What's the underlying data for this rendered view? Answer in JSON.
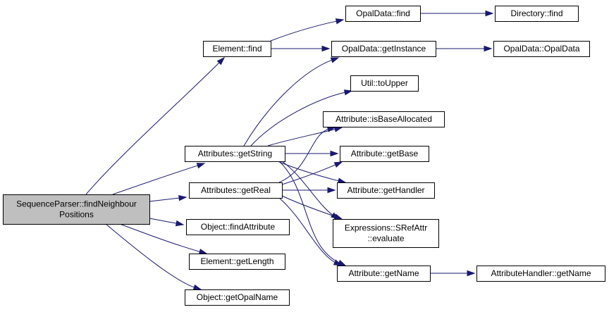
{
  "diagram": {
    "colors": {
      "edge": "#191970",
      "node_fill": "#ffffff",
      "root_fill": "#bfbfbf",
      "node_border": "#000000"
    },
    "nodes": [
      {
        "id": "root",
        "name": "node-sequenceparser-findneighbourpositions",
        "lines": [
          "SequenceParser::findNeighbour",
          "Positions"
        ],
        "root": true
      },
      {
        "id": "element_find",
        "name": "node-element-find",
        "lines": [
          "Element::find"
        ]
      },
      {
        "id": "attrs_getstring",
        "name": "node-attributes-getstring",
        "lines": [
          "Attributes::getString"
        ]
      },
      {
        "id": "attrs_getreal",
        "name": "node-attributes-getreal",
        "lines": [
          "Attributes::getReal"
        ]
      },
      {
        "id": "obj_findattr",
        "name": "node-object-findattribute",
        "lines": [
          "Object::findAttribute"
        ]
      },
      {
        "id": "element_getlength",
        "name": "node-element-getlength",
        "lines": [
          "Element::getLength"
        ]
      },
      {
        "id": "obj_getopalname",
        "name": "node-object-getopalname",
        "lines": [
          "Object::getOpalName"
        ]
      },
      {
        "id": "opaldata_find",
        "name": "node-opaldata-find",
        "lines": [
          "OpalData::find"
        ]
      },
      {
        "id": "opaldata_getinstance",
        "name": "node-opaldata-getinstance",
        "lines": [
          "OpalData::getInstance"
        ]
      },
      {
        "id": "util_toupper",
        "name": "node-util-toupper",
        "lines": [
          "Util::toUpper"
        ]
      },
      {
        "id": "attr_isbasealloc",
        "name": "node-attribute-isbaseallocated",
        "lines": [
          "Attribute::isBaseAllocated"
        ]
      },
      {
        "id": "attr_getbase",
        "name": "node-attribute-getbase",
        "lines": [
          "Attribute::getBase"
        ]
      },
      {
        "id": "attr_gethandler",
        "name": "node-attribute-gethandler",
        "lines": [
          "Attribute::getHandler"
        ]
      },
      {
        "id": "expr_srefattr",
        "name": "node-expressions-srefattr-evaluate",
        "lines": [
          "Expressions::SRefAttr",
          "::evaluate"
        ]
      },
      {
        "id": "attr_getname",
        "name": "node-attribute-getname",
        "lines": [
          "Attribute::getName"
        ]
      },
      {
        "id": "directory_find",
        "name": "node-directory-find",
        "lines": [
          "Directory::find"
        ]
      },
      {
        "id": "opaldata_opaldata",
        "name": "node-opaldata-opaldata",
        "lines": [
          "OpalData::OpalData"
        ]
      },
      {
        "id": "attrhandler_getname",
        "name": "node-attributehandler-getname",
        "lines": [
          "AttributeHandler::getName"
        ]
      }
    ],
    "edges": [
      {
        "from": "root",
        "to": "element_find"
      },
      {
        "from": "root",
        "to": "attrs_getstring"
      },
      {
        "from": "root",
        "to": "attrs_getreal"
      },
      {
        "from": "root",
        "to": "obj_findattr"
      },
      {
        "from": "root",
        "to": "element_getlength"
      },
      {
        "from": "root",
        "to": "obj_getopalname"
      },
      {
        "from": "element_find",
        "to": "opaldata_find"
      },
      {
        "from": "element_find",
        "to": "opaldata_getinstance"
      },
      {
        "from": "opaldata_find",
        "to": "directory_find"
      },
      {
        "from": "opaldata_getinstance",
        "to": "opaldata_opaldata"
      },
      {
        "from": "attrs_getstring",
        "to": "opaldata_getinstance"
      },
      {
        "from": "attrs_getstring",
        "to": "util_toupper"
      },
      {
        "from": "attrs_getstring",
        "to": "attr_isbasealloc"
      },
      {
        "from": "attrs_getstring",
        "to": "attr_getbase"
      },
      {
        "from": "attrs_getstring",
        "to": "attr_gethandler"
      },
      {
        "from": "attrs_getstring",
        "to": "expr_srefattr"
      },
      {
        "from": "attrs_getstring",
        "to": "attr_getname"
      },
      {
        "from": "attrs_getreal",
        "to": "attr_isbasealloc"
      },
      {
        "from": "attrs_getreal",
        "to": "attr_getbase"
      },
      {
        "from": "attrs_getreal",
        "to": "attr_gethandler"
      },
      {
        "from": "attrs_getreal",
        "to": "expr_srefattr"
      },
      {
        "from": "attrs_getreal",
        "to": "attr_getname"
      },
      {
        "from": "attr_getname",
        "to": "attrhandler_getname"
      }
    ]
  }
}
